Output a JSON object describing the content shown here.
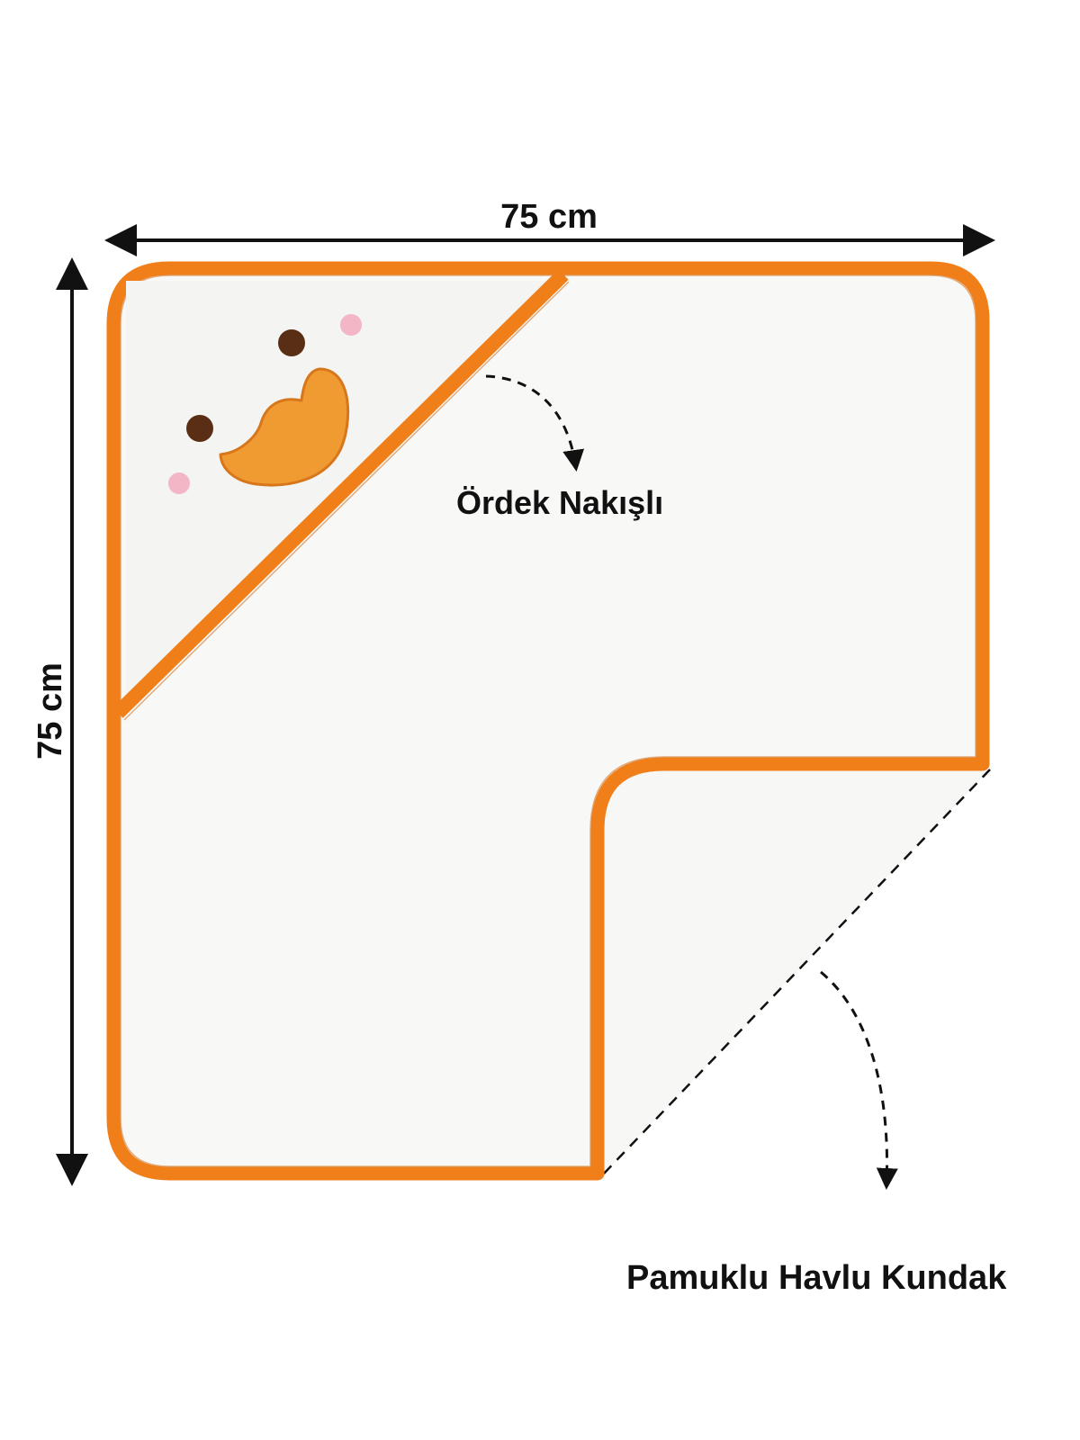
{
  "dimensions": {
    "width_label": "75 cm",
    "height_label": "75 cm"
  },
  "callouts": {
    "embroidery_label": "Ördek Nakışlı",
    "product_label": "Pamuklu Havlu Kundak"
  },
  "colors": {
    "trim": "#F07F1A",
    "fabric": "#F8F8F6",
    "hood_fabric": "#F5F5F3",
    "duck_beak": "#F09A32",
    "duck_eye": "#5A2E14",
    "duck_cheek": "#F2B6C6",
    "ink": "#111111"
  },
  "icons": [
    "duck-embroidery-icon",
    "arrow-icon"
  ]
}
